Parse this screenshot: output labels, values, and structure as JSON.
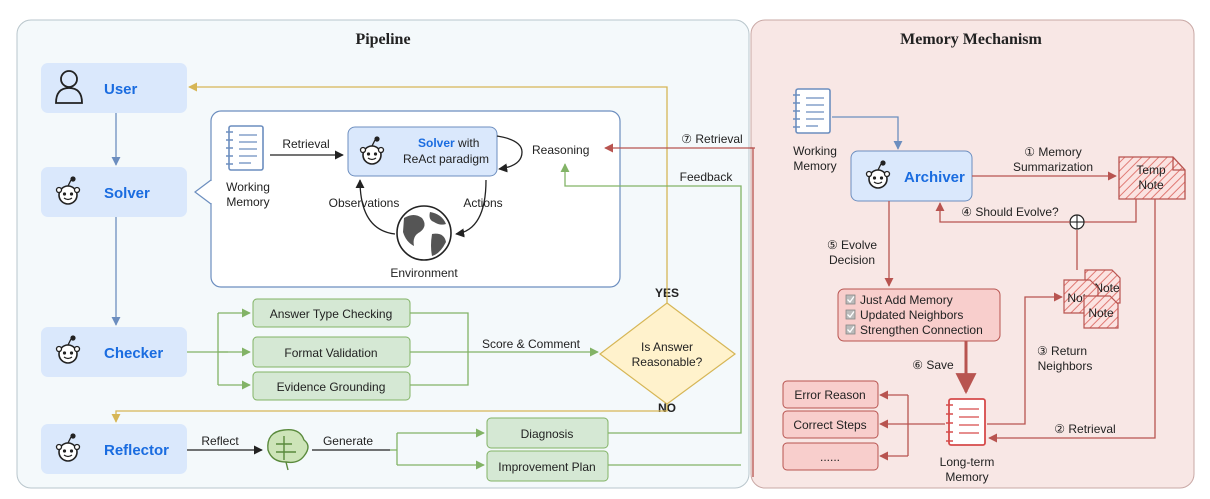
{
  "panels": {
    "pipeline_title": "Pipeline",
    "memory_title": "Memory Mechanism"
  },
  "agents": {
    "user": "User",
    "solver": "Solver",
    "checker": "Checker",
    "reflector": "Reflector",
    "archiver": "Archiver"
  },
  "solver_detail": {
    "working_memory_l1": "Working",
    "working_memory_l2": "Memory",
    "retrieval": "Retrieval",
    "solver_name": "Solver",
    "solver_with": " with",
    "react": "ReAct paradigm",
    "reasoning": "Reasoning",
    "observations": "Observations",
    "actions": "Actions",
    "environment": "Environment"
  },
  "checker_detail": {
    "checks": [
      "Answer Type Checking",
      "Format Validation",
      "Evidence Grounding"
    ],
    "score_comment": "Score & Comment",
    "decision_l1": "Is Answer",
    "decision_l2": "Reasonable?",
    "yes": "YES",
    "no": "NO",
    "feedback": "Feedback"
  },
  "reflector_detail": {
    "reflect": "Reflect",
    "generate": "Generate",
    "diagnosis": "Diagnosis",
    "improvement": "Improvement Plan"
  },
  "memory": {
    "retrieval7": "⑦ Retrieval",
    "wm_l1": "Working",
    "wm_l2": "Memory",
    "summ_l1": "① Memory",
    "summ_l2": "Summarization",
    "temp_l1": "Temp",
    "temp_l2": "Note",
    "evolve_q": "④ Should Evolve?",
    "evolve_l1": "⑤ Evolve",
    "evolve_l2": "Decision",
    "options": [
      "Just Add Memory",
      "Updated Neighbors",
      "Strengthen Connection"
    ],
    "save": "⑥ Save",
    "return_l1": "③ Return",
    "return_l2": "Neighbors",
    "note": "Note",
    "retrieval2": "② Retrieval",
    "ltm_l1": "Long-term",
    "ltm_l2": "Memory",
    "fields": [
      "Error Reason",
      "Correct Steps",
      "......"
    ]
  },
  "colors": {
    "pipeline_bg": "#f4f9fb",
    "memory_bg": "#f8e7e5",
    "agent_box": "#dae8fc",
    "agent_text": "#1a6ce0",
    "green_box": "#d5e8d4",
    "green_line": "#82b366",
    "red_box": "#f8cecc",
    "red_line": "#b85450",
    "yellow_box": "#fff2cc",
    "yellow_line": "#d6b656",
    "blue_line": "#6c8ebf"
  }
}
